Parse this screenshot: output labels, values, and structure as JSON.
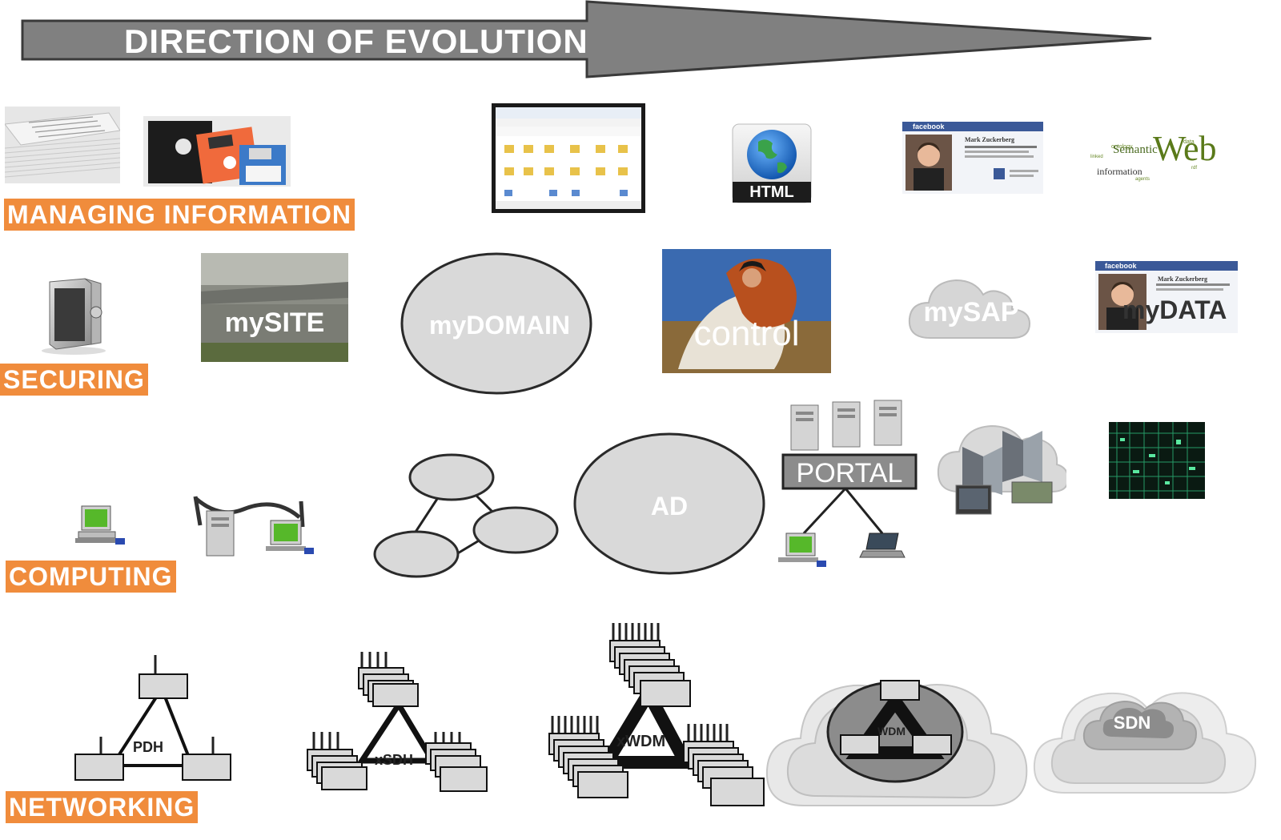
{
  "arrow": {
    "title": "DIRECTION OF EVOLUTION",
    "fill": "#808080"
  },
  "categories": {
    "managing": "MANAGING INFORMATION",
    "securing": "SECURING",
    "computing": "COMPUTING",
    "networking": "NETWORKING",
    "color": "#f08c3c"
  },
  "managing": {
    "html_label": "HTML",
    "facebook_brand": "facebook",
    "facebook_name": "Mark Zuckerberg",
    "wordcloud": {
      "main": "Web",
      "left": "Semantic",
      "bottom": "information"
    }
  },
  "securing": {
    "mysite": "mySITE",
    "mydomain": "myDOMAIN",
    "control": "control",
    "mysap": "mySAP",
    "mydata": "myDATA",
    "facebook_brand": "facebook",
    "facebook_name": "Mark Zuckerberg"
  },
  "computing": {
    "ad": "AD",
    "portal": "PORTAL"
  },
  "networking": {
    "pdh": "PDH",
    "xsdh": "xSDH",
    "xwdm": "xWDM",
    "wdm": "WDM",
    "sdn": "SDN"
  }
}
